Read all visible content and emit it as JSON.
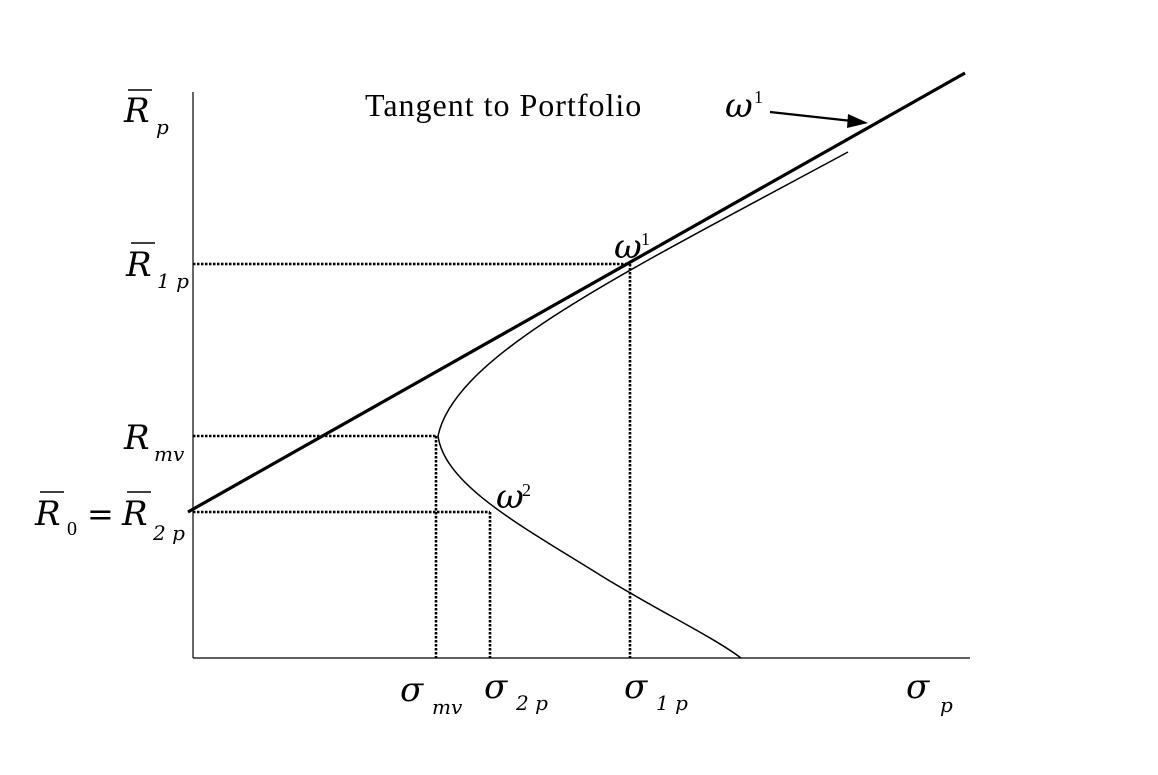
{
  "diagram": {
    "annotation": {
      "text": "Tangent to Portfolio",
      "symbol": "ω",
      "superscript": "1"
    },
    "y_axis": {
      "top_label": {
        "base": "R",
        "sub": "p"
      },
      "r1p_label": {
        "base": "R",
        "sub": "1 p"
      },
      "rmv_label": {
        "base": "R",
        "sub": "mv"
      },
      "r0_label": {
        "base": "R",
        "sub": "0"
      },
      "equals": "=",
      "r2p_label": {
        "base": "R",
        "sub": "2 p"
      }
    },
    "x_axis": {
      "sigma_mv": {
        "base": "σ",
        "sub": "mv"
      },
      "sigma_2p": {
        "base": "σ",
        "sub": "2 p"
      },
      "sigma_1p": {
        "base": "σ",
        "sub": "1 p"
      },
      "sigma_p": {
        "base": "σ",
        "sub": "p"
      }
    },
    "points": {
      "omega1": {
        "symbol": "ω",
        "superscript": "1"
      },
      "omega2": {
        "symbol": "ω",
        "superscript": "2"
      }
    },
    "colors": {
      "ink": "#000000",
      "background": "#ffffff"
    }
  }
}
